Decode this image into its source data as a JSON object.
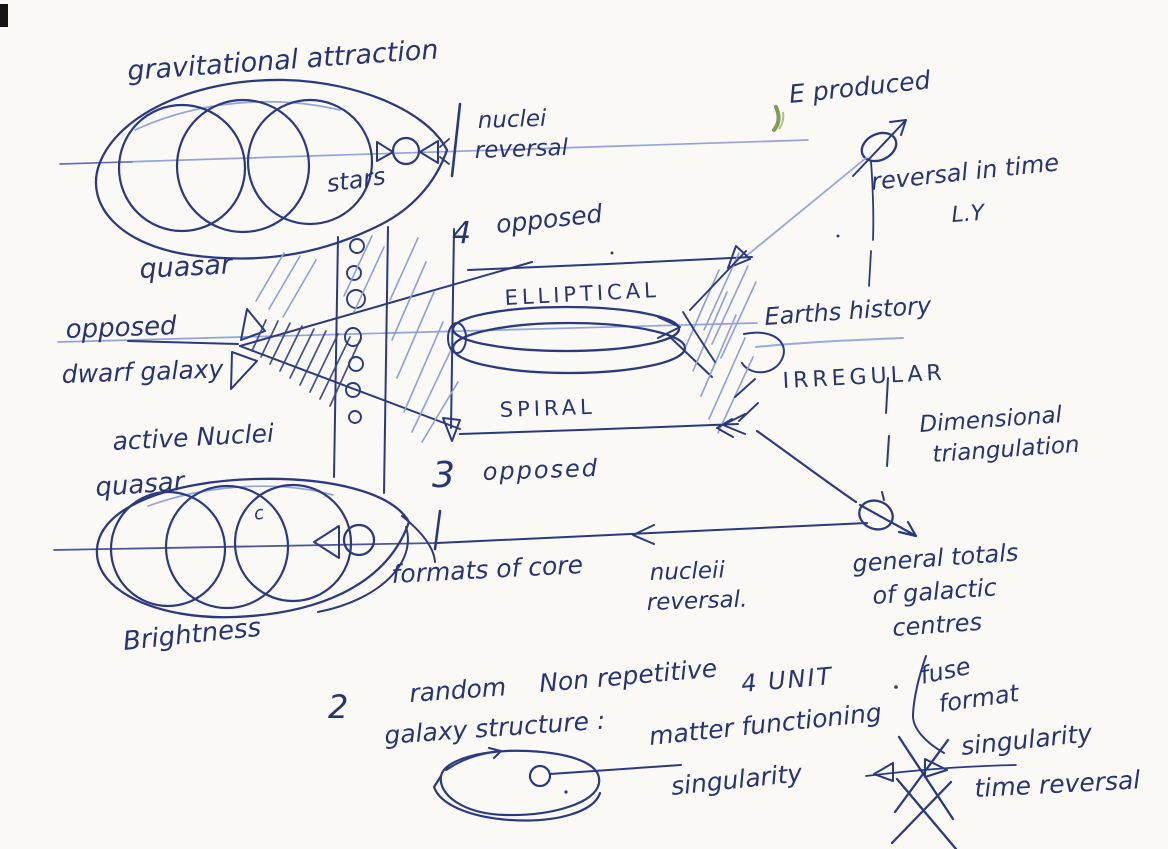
{
  "colors": {
    "ink": "#2b3a80",
    "faint_line": "#93a4da",
    "paper": "#faf9f6",
    "green_mark": "#6b8c3a"
  },
  "top_left": {
    "title": "gravitational attraction",
    "stars": "stars",
    "quasar": "quasar"
  },
  "top_center": {
    "nuclei": "nuclei",
    "reversal": "reversal",
    "count": "4",
    "opposed": "opposed"
  },
  "top_right": {
    "e_produced": "E produced",
    "reversal_in_time": "reversal in time",
    "ly": "L.Y"
  },
  "middle": {
    "elliptical": "ELLIPTICAL",
    "spiral": "SPIRAL",
    "opposed": "opposed",
    "dwarf_galaxy": "dwarf galaxy",
    "active_nuclei": "active Nuclei",
    "quasar": "quasar",
    "count": "3",
    "opposed_lower": "opposed"
  },
  "right": {
    "earths_history": "Earths history",
    "irregular": "IRREGULAR",
    "dimensional": "Dimensional",
    "triangulation": "triangulation",
    "general_totals": "general totals",
    "of_galactic": "of galactic",
    "centres": "centres"
  },
  "bottom_left": {
    "c_mark": "c",
    "brightness": "Brightness",
    "formats_of_core": "formats of core",
    "nucleii": "nucleii",
    "reversal": "reversal."
  },
  "bottom": {
    "two": "2",
    "random": "random",
    "non_repetitive": "Non repetitive",
    "four_unit": "4 UNIT",
    "fuse": "fuse",
    "format": "format",
    "galaxy_structure": "galaxy structure :",
    "matter_functioning": "matter functioning",
    "singularity_mid": "singularity",
    "singularity_right": "singularity",
    "time_reversal": "time reversal"
  }
}
